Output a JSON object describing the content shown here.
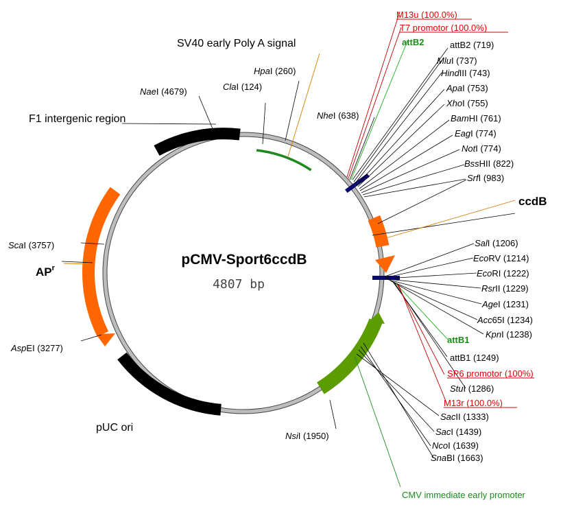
{
  "plasmid": {
    "name": "pCMV-Sport6ccdB",
    "size": "4807 bp"
  },
  "features": [
    {
      "id": "sv40",
      "label": "SV40 early Poly A signal"
    },
    {
      "id": "f1",
      "label": "F1 intergenic region"
    },
    {
      "id": "ccdb",
      "label": "ccdB"
    },
    {
      "id": "apr",
      "label": "AP",
      "sup": "r"
    },
    {
      "id": "puc",
      "label": "pUC ori"
    },
    {
      "id": "cmv",
      "label": "CMV immediate early promoter"
    }
  ],
  "sites": [
    {
      "id": "m13u",
      "label": "M13u (100.0%)"
    },
    {
      "id": "t7",
      "label": "T7 promotor (100.0%)"
    },
    {
      "id": "attb2g",
      "label": "attB2"
    },
    {
      "id": "attb2",
      "label": "attB2 (719)"
    },
    {
      "id": "mlui",
      "en": "Mlu",
      "rest": "I (737)"
    },
    {
      "id": "hindiii",
      "en": "Hind",
      "rest": "III (743)"
    },
    {
      "id": "apai",
      "en": "Apa",
      "rest": "I (753)"
    },
    {
      "id": "xhoi",
      "en": "Xho",
      "rest": "I (755)"
    },
    {
      "id": "bamhi",
      "en": "Bam",
      "rest": "HI (761)"
    },
    {
      "id": "eagi",
      "en": "Eag",
      "rest": "I (774)"
    },
    {
      "id": "noti",
      "en": "Not",
      "rest": "I (774)"
    },
    {
      "id": "bsshii",
      "en": "Bss",
      "rest": "HII (822)"
    },
    {
      "id": "srfi",
      "en": "Srf",
      "rest": "I (983)"
    },
    {
      "id": "nhei",
      "en": "Nhe",
      "rest": "I (638)"
    },
    {
      "id": "hpai",
      "en": "Hpa",
      "rest": "I (260)"
    },
    {
      "id": "clai",
      "en": "Cla",
      "rest": "I (124)"
    },
    {
      "id": "naei",
      "en": "Nae",
      "rest": "I (4679)"
    },
    {
      "id": "scai",
      "en": "Sca",
      "rest": "I (3757)"
    },
    {
      "id": "aspei",
      "en": "Asp",
      "rest": "EI (3277)"
    },
    {
      "id": "nsii",
      "en": "Nsi",
      "rest": "I (1950)"
    },
    {
      "id": "sali",
      "en": "Sal",
      "rest": "I (1206)"
    },
    {
      "id": "ecorv",
      "en": "Eco",
      "rest": "RV (1214)"
    },
    {
      "id": "ecori",
      "en": "Eco",
      "rest": "RI (1222)"
    },
    {
      "id": "rsrii",
      "en": "Rsr",
      "rest": "II (1229)"
    },
    {
      "id": "agei",
      "en": "Age",
      "rest": "I (1231)"
    },
    {
      "id": "acc65i",
      "en": "Acc",
      "rest": "65I (1234)"
    },
    {
      "id": "kpni",
      "en": "Kpn",
      "rest": "I (1238)"
    },
    {
      "id": "attb1g",
      "label": "attB1"
    },
    {
      "id": "attb1",
      "label": "attB1 (1249)"
    },
    {
      "id": "sp6",
      "label": "SP6 promotor (100%)"
    },
    {
      "id": "stui",
      "en": "Stu",
      "rest": "I (1286)"
    },
    {
      "id": "m13r",
      "label": "M13r (100.0%)"
    },
    {
      "id": "sacii",
      "en": "Sac",
      "rest": "II (1333)"
    },
    {
      "id": "saci",
      "en": "Sac",
      "rest": "I (1439)"
    },
    {
      "id": "ncoi",
      "en": "Nco",
      "rest": "I (1639)"
    },
    {
      "id": "snabi",
      "en": "Sna",
      "rest": "BI (1663)"
    }
  ],
  "colors": {
    "backbone": "#b5b5b5",
    "black_feature": "#000000",
    "orange": "#ff6600",
    "green_promoter": "#5c9c00",
    "polyA": "#1e8a1e",
    "primer_red": "#e00000",
    "site_box": "#0a0a6e"
  }
}
